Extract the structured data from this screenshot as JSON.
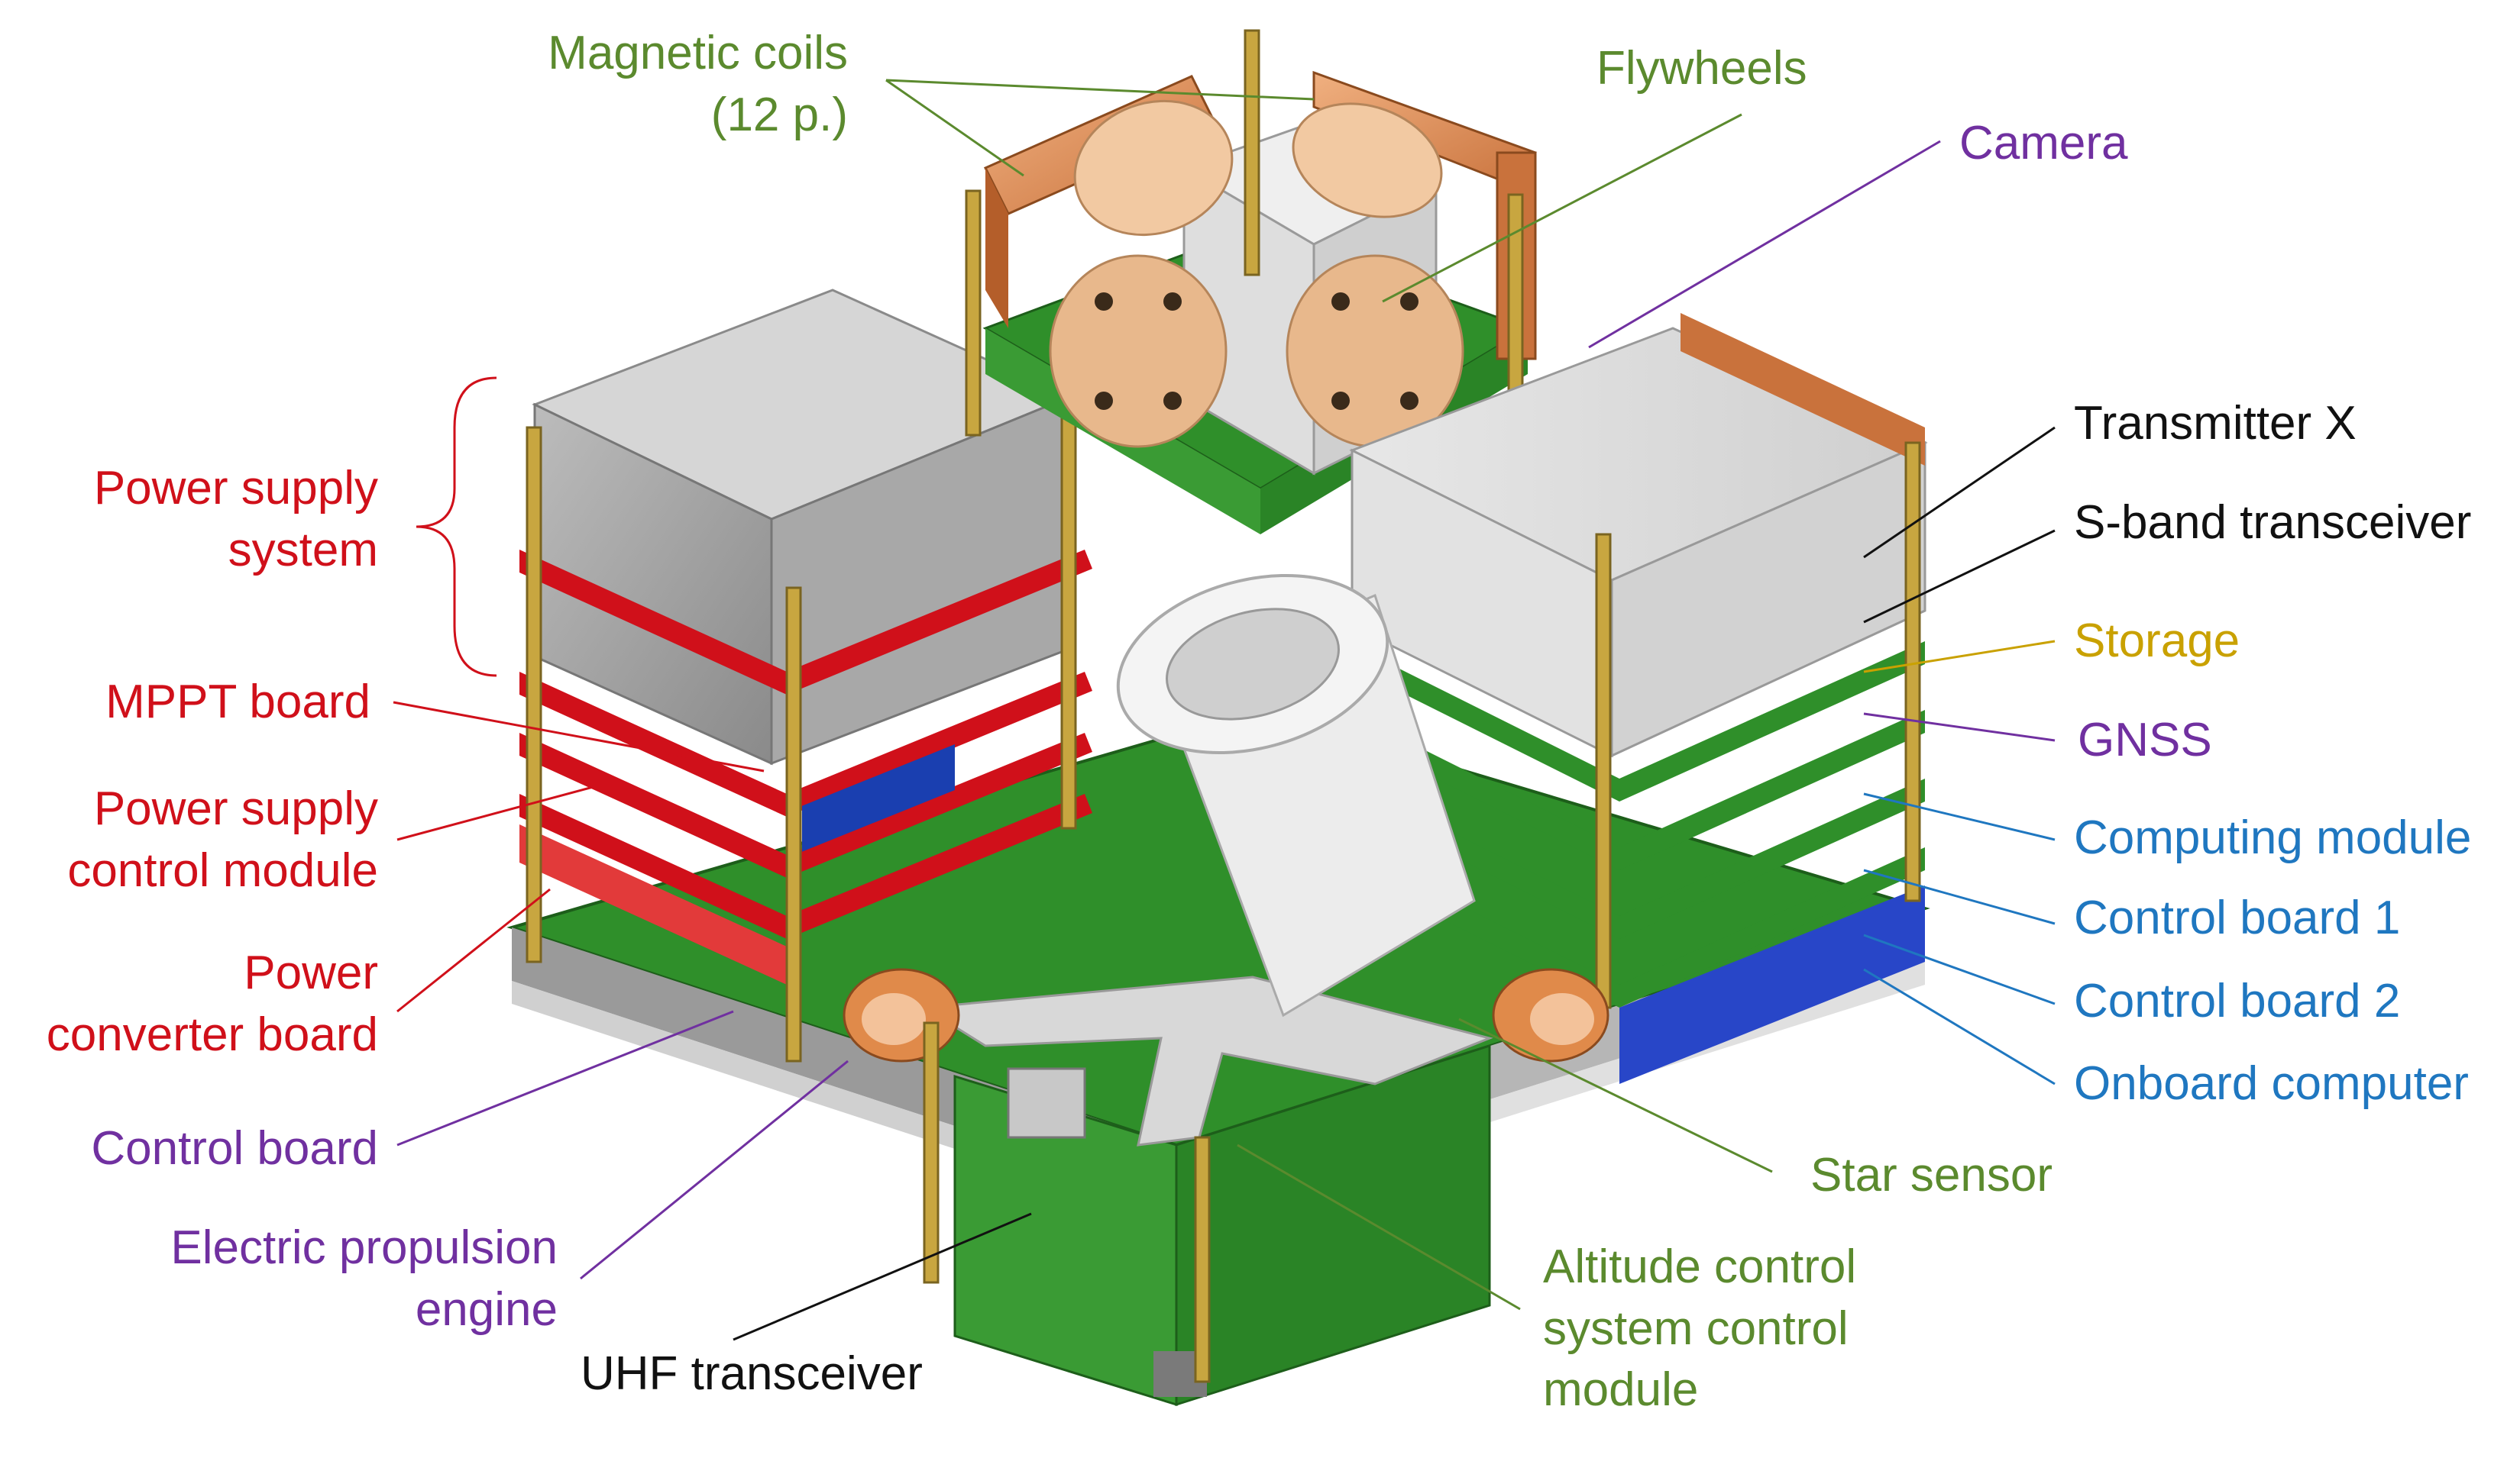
{
  "colors": {
    "magnetic_coils": "#5b8a2e",
    "flywheels": "#5b8a2e",
    "camera": "#7030a0",
    "transmitter": "#111111",
    "sband": "#111111",
    "storage": "#c9a100",
    "gnss": "#7030a0",
    "computing": "#1f77c0",
    "control1": "#1f77c0",
    "control2": "#1f77c0",
    "obc": "#1f77c0",
    "star_sensor": "#5b8a2e",
    "attitude": "#5b8a2e",
    "uhf": "#111111",
    "propulsion": "#7030a0",
    "control_board": "#7030a0",
    "power_red": "#d0101a"
  },
  "labels": {
    "magnetic_coils_1": "Magnetic coils",
    "magnetic_coils_2": "(12 p.)",
    "flywheels": "Flywheels",
    "camera": "Camera",
    "transmitter_x": "Transmitter X",
    "sband": "S-band transceiver",
    "storage": "Storage",
    "gnss": "GNSS",
    "computing_module": "Computing module",
    "control_board_1": "Control board 1",
    "control_board_2": "Control board 2",
    "onboard_computer": "Onboard computer",
    "star_sensor": "Star sensor",
    "altitude_1": "Altitude control",
    "altitude_2": "system control",
    "altitude_3": "module",
    "uhf": "UHF transceiver",
    "propulsion_1": "Electric propulsion",
    "propulsion_2": "engine",
    "control_board": "Control board",
    "power_converter_1": "Power",
    "power_converter_2": "converter board",
    "psc_1": "Power supply",
    "psc_2": "control module",
    "mppt": "MPPT board",
    "pss_1": "Power supply",
    "pss_2": "system"
  }
}
